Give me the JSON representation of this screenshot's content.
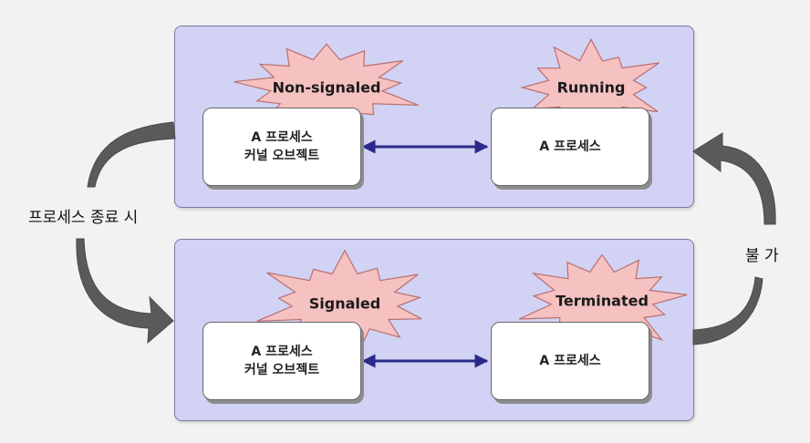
{
  "colors": {
    "panel": "#d2d2f4",
    "burst_fill": "#f6c1c1",
    "burst_stroke": "#b77070",
    "arrow": "#2a2a8a",
    "cycle_arrow": "#555555"
  },
  "top_panel": {
    "left": {
      "burst": "Non-signaled",
      "lines": [
        "A 프로세스",
        "커널 오브젝트"
      ]
    },
    "right": {
      "burst": "Running",
      "lines": [
        "A 프로세스"
      ]
    }
  },
  "bottom_panel": {
    "left": {
      "burst": "Signaled",
      "lines": [
        "A 프로세스",
        "커널 오브젝트"
      ]
    },
    "right": {
      "burst": "Terminated",
      "lines": [
        "A 프로세스"
      ]
    }
  },
  "side_labels": {
    "left": "프로세스 종료 시",
    "right": "불 가"
  }
}
